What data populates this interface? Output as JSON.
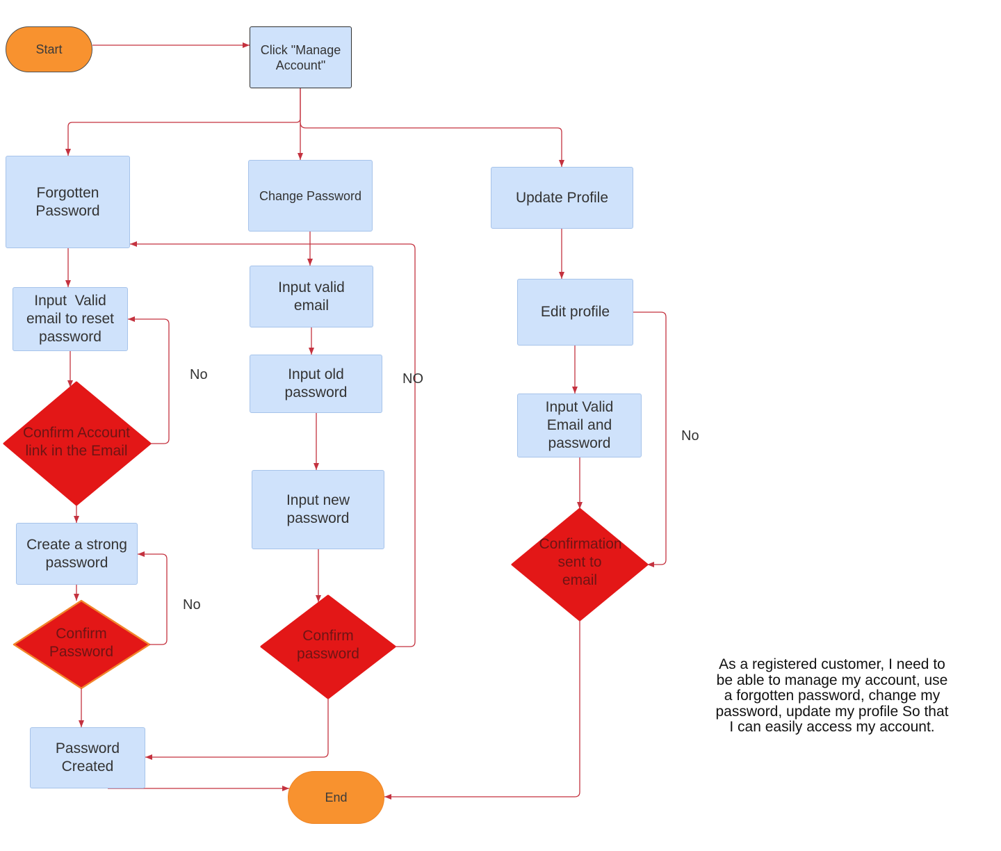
{
  "diagram": {
    "nodes": {
      "start": "Start",
      "manage_account": "Click \"Manage Account\"",
      "forgotten_password": "Forgotten Password",
      "change_password": "Change Password",
      "update_profile": "Update Profile",
      "input_valid_email_reset": "Input  Valid email to reset password",
      "confirm_account_link": "Confirm Account link in the Email",
      "create_strong_password": "Create a strong password",
      "confirm_password_left": "Confirm Password",
      "password_created": "Password Created",
      "input_valid_email": "Input valid email",
      "input_old_password": "Input old password",
      "input_new_password": "Input new password",
      "confirm_password_mid": "Confirm password",
      "edit_profile": "Edit profile",
      "input_valid_email_password": "Input Valid Email and password",
      "confirmation_sent": "Confirmation sent to email",
      "end": "End"
    },
    "edge_labels": {
      "reset_link_retry": "No",
      "change_password_retry": "NO",
      "strong_password_retry": "No",
      "profile_retry": "No"
    },
    "note": "As a registered customer, I need to be able to manage my account, use a forgotten password, change my password, update my profile So that I can easily access my account."
  },
  "colors": {
    "process_fill": "#cfe2fb",
    "process_stroke": "#a6c3ea",
    "terminal_fill": "#f8922f",
    "decision_fill": "#e31717",
    "decision_text": "#6e1414",
    "decision_accent_stroke": "#f2862c",
    "connector": "#c4323f"
  }
}
